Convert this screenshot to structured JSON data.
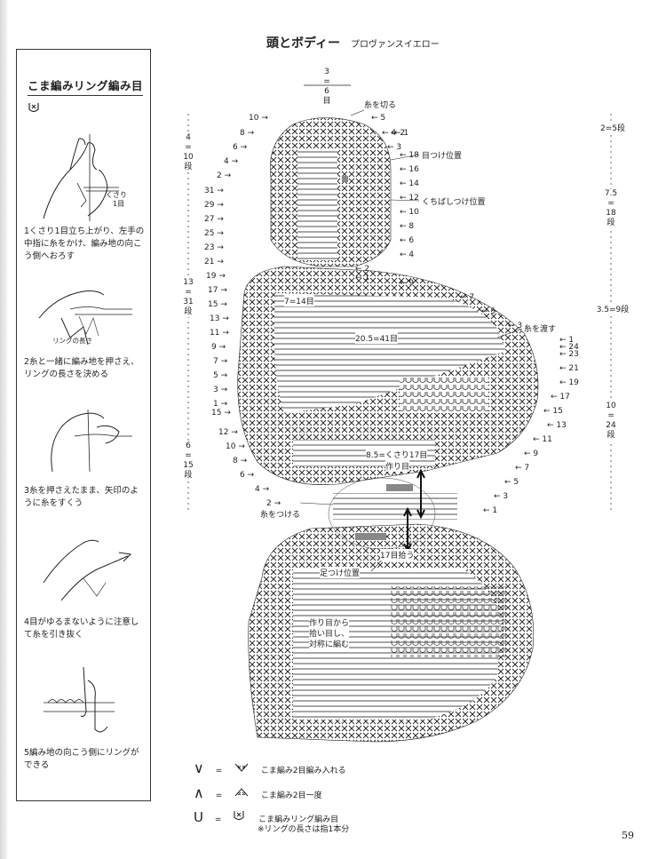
{
  "title": "頭とボディー",
  "subtitle": "プロヴァンスイエロー",
  "page_number": "59",
  "left_panel": {
    "title": "こま編みリング編み目",
    "mark": "ᵁ",
    "diagram_label_1": "くさり",
    "diagram_label_2": "1目",
    "diagram_label_3": "リングの長さ",
    "steps": [
      "1くさり1目立ち上がり、左手の中指に糸をかけ、編み地の向こう側へおろす",
      "2糸と一緒に編み地を押さえ、リングの長さを決める",
      "3糸を押さえたまま、矢印のように糸をすくう",
      "4目がゆるまないように注意して糸を引き抜く",
      "5編み地の向こう側にリングができる"
    ]
  },
  "annotations": {
    "cut_yarn": "糸を切る",
    "eye_position": "目つけ位置",
    "beak_position": "くちばしつけ位置",
    "seven_14": "7=14目",
    "yarn_pass": "糸を渡す",
    "twenty_41": "20.5=41目",
    "chain_start_1": "8.5=くさり17目",
    "chain_start_2": "作り目",
    "attach_yarn": "糸をつける",
    "pick_17": "17目拾う",
    "foot_position": "足つけ位置",
    "pick_note_1": "作り目から",
    "pick_note_2": "拾い目し、",
    "pick_note_3": "対称に編む"
  },
  "measurements": {
    "top_width": [
      "3",
      "=",
      "6",
      "目"
    ],
    "left_a": [
      "4",
      "=",
      "10",
      "段"
    ],
    "left_b": [
      "13",
      "=",
      "31",
      "段"
    ],
    "left_c": [
      "6",
      "=",
      "15",
      "段"
    ],
    "right_a": "2=5段",
    "right_b": [
      "7.5",
      "=",
      "18",
      "段"
    ],
    "right_c": "3.5=9段",
    "right_d": [
      "10",
      "=",
      "24",
      "段"
    ]
  },
  "row_numbers_left": [
    "10",
    "8",
    "6",
    "4",
    "2",
    "31",
    "29",
    "27",
    "25",
    "23",
    "21",
    "19",
    "17",
    "15",
    "13",
    "11",
    "9",
    "7",
    "5",
    "3",
    "1",
    "15",
    "12",
    "10",
    "8",
    "6",
    "4",
    "2"
  ],
  "row_numbers_right": [
    "5",
    "4",
    "3",
    "2",
    "18",
    "1",
    "16",
    "14",
    "12",
    "10",
    "8",
    "6",
    "4",
    "2",
    "1",
    "9",
    "7",
    "5",
    "3",
    "1",
    "24",
    "23",
    "21",
    "19",
    "17",
    "15",
    "13",
    "11",
    "9",
    "7",
    "5",
    "3",
    "1"
  ],
  "legend": [
    {
      "symbol": "∨",
      "eq": "=",
      "name": "こま編み2目編み入れる"
    },
    {
      "symbol": "∧",
      "eq": "=",
      "name": "こま編み2目一度"
    },
    {
      "symbol": "U",
      "eq": "=",
      "name": "こま編みリング編み目"
    }
  ],
  "legend_note": "※リングの長さは指1本分",
  "colors": {
    "ink": "#222222",
    "highlight": "#7a7a7a"
  }
}
